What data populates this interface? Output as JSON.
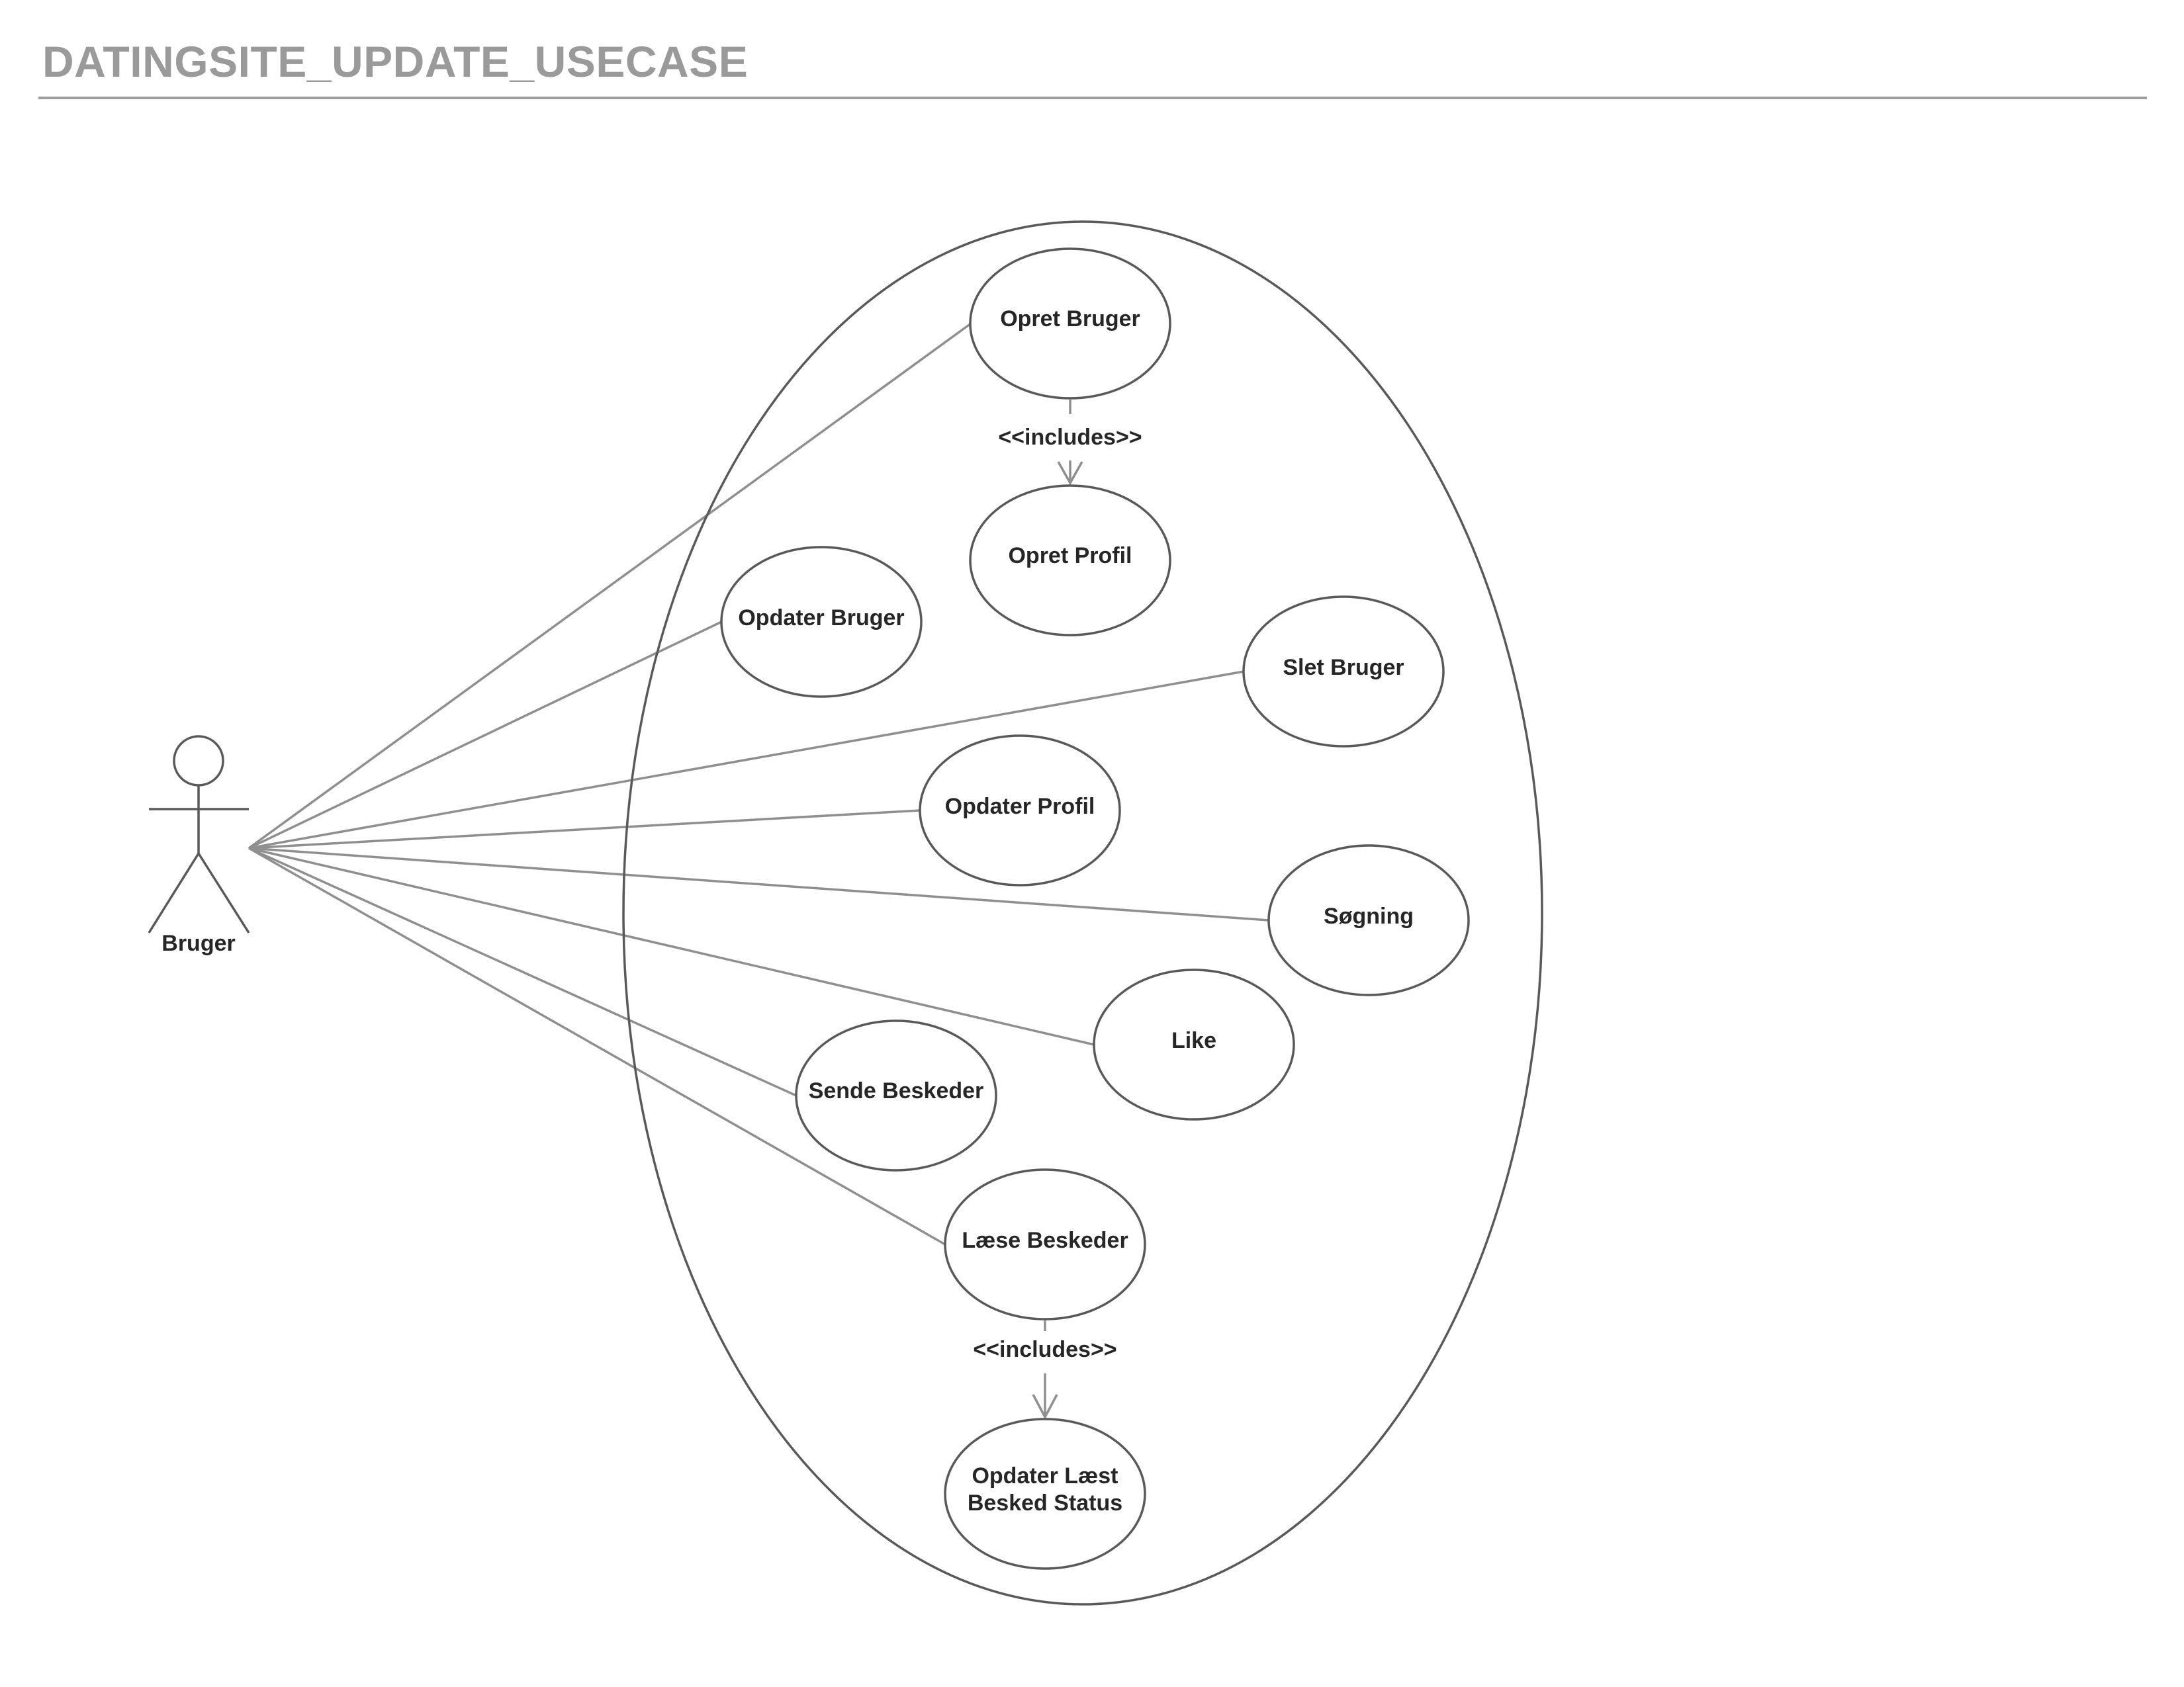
{
  "title": "DATINGSITE_UPDATE_USECASE",
  "actor": {
    "label": "Bruger"
  },
  "use_cases": {
    "opret_bruger": "Opret Bruger",
    "opret_profil": "Opret Profil",
    "opdater_bruger": "Opdater Bruger",
    "slet_bruger": "Slet Bruger",
    "opdater_profil": "Opdater Profil",
    "soegning": "Søgning",
    "like": "Like",
    "sende_beskeder": "Sende Beskeder",
    "laese_beskeder": "Læse Beskeder",
    "opdater_laest_line1": "Opdater Læst",
    "opdater_laest_line2": "Besked Status"
  },
  "relations": {
    "includes_1": "<<includes>>",
    "includes_2": "<<includes>>"
  },
  "colors": {
    "title": "#9a9a9a",
    "shape_stroke": "#595959",
    "association_line": "#8f8f8f",
    "text": "#262626"
  }
}
